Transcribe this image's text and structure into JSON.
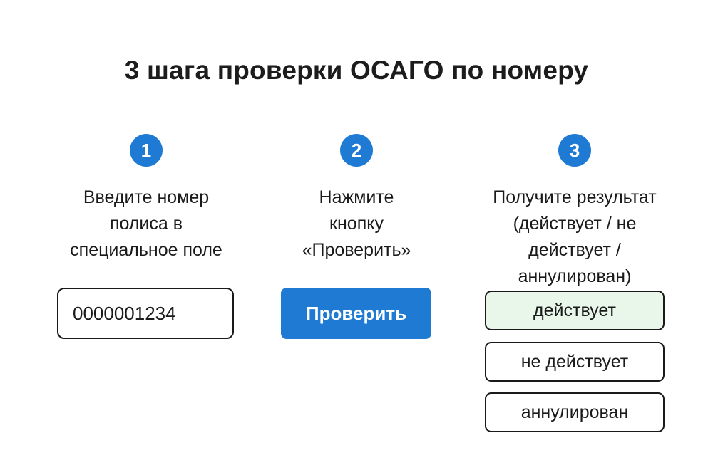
{
  "title": "3 шага проверки ОСАГО по номеру",
  "steps": [
    {
      "number": "1",
      "lines": [
        "Введите номер",
        "полиса в",
        "специальное поле"
      ]
    },
    {
      "number": "2",
      "lines": [
        "Нажмите",
        "кнопку",
        "«Проверить»"
      ]
    },
    {
      "number": "3",
      "lines": [
        "Получите результат",
        "(действует / не",
        "действует /",
        "аннулирован)"
      ]
    }
  ],
  "policy_input": {
    "value": "0000001234"
  },
  "check_button": {
    "label": "Проверить"
  },
  "results": [
    {
      "label": "действует",
      "highlight_color": "#e9f7ea"
    },
    {
      "label": "не действует"
    },
    {
      "label": "аннулирован"
    }
  ],
  "colors": {
    "accent": "#1f7ad3",
    "active_result_bg": "#e9f7ea",
    "text": "#1a1a1a"
  }
}
